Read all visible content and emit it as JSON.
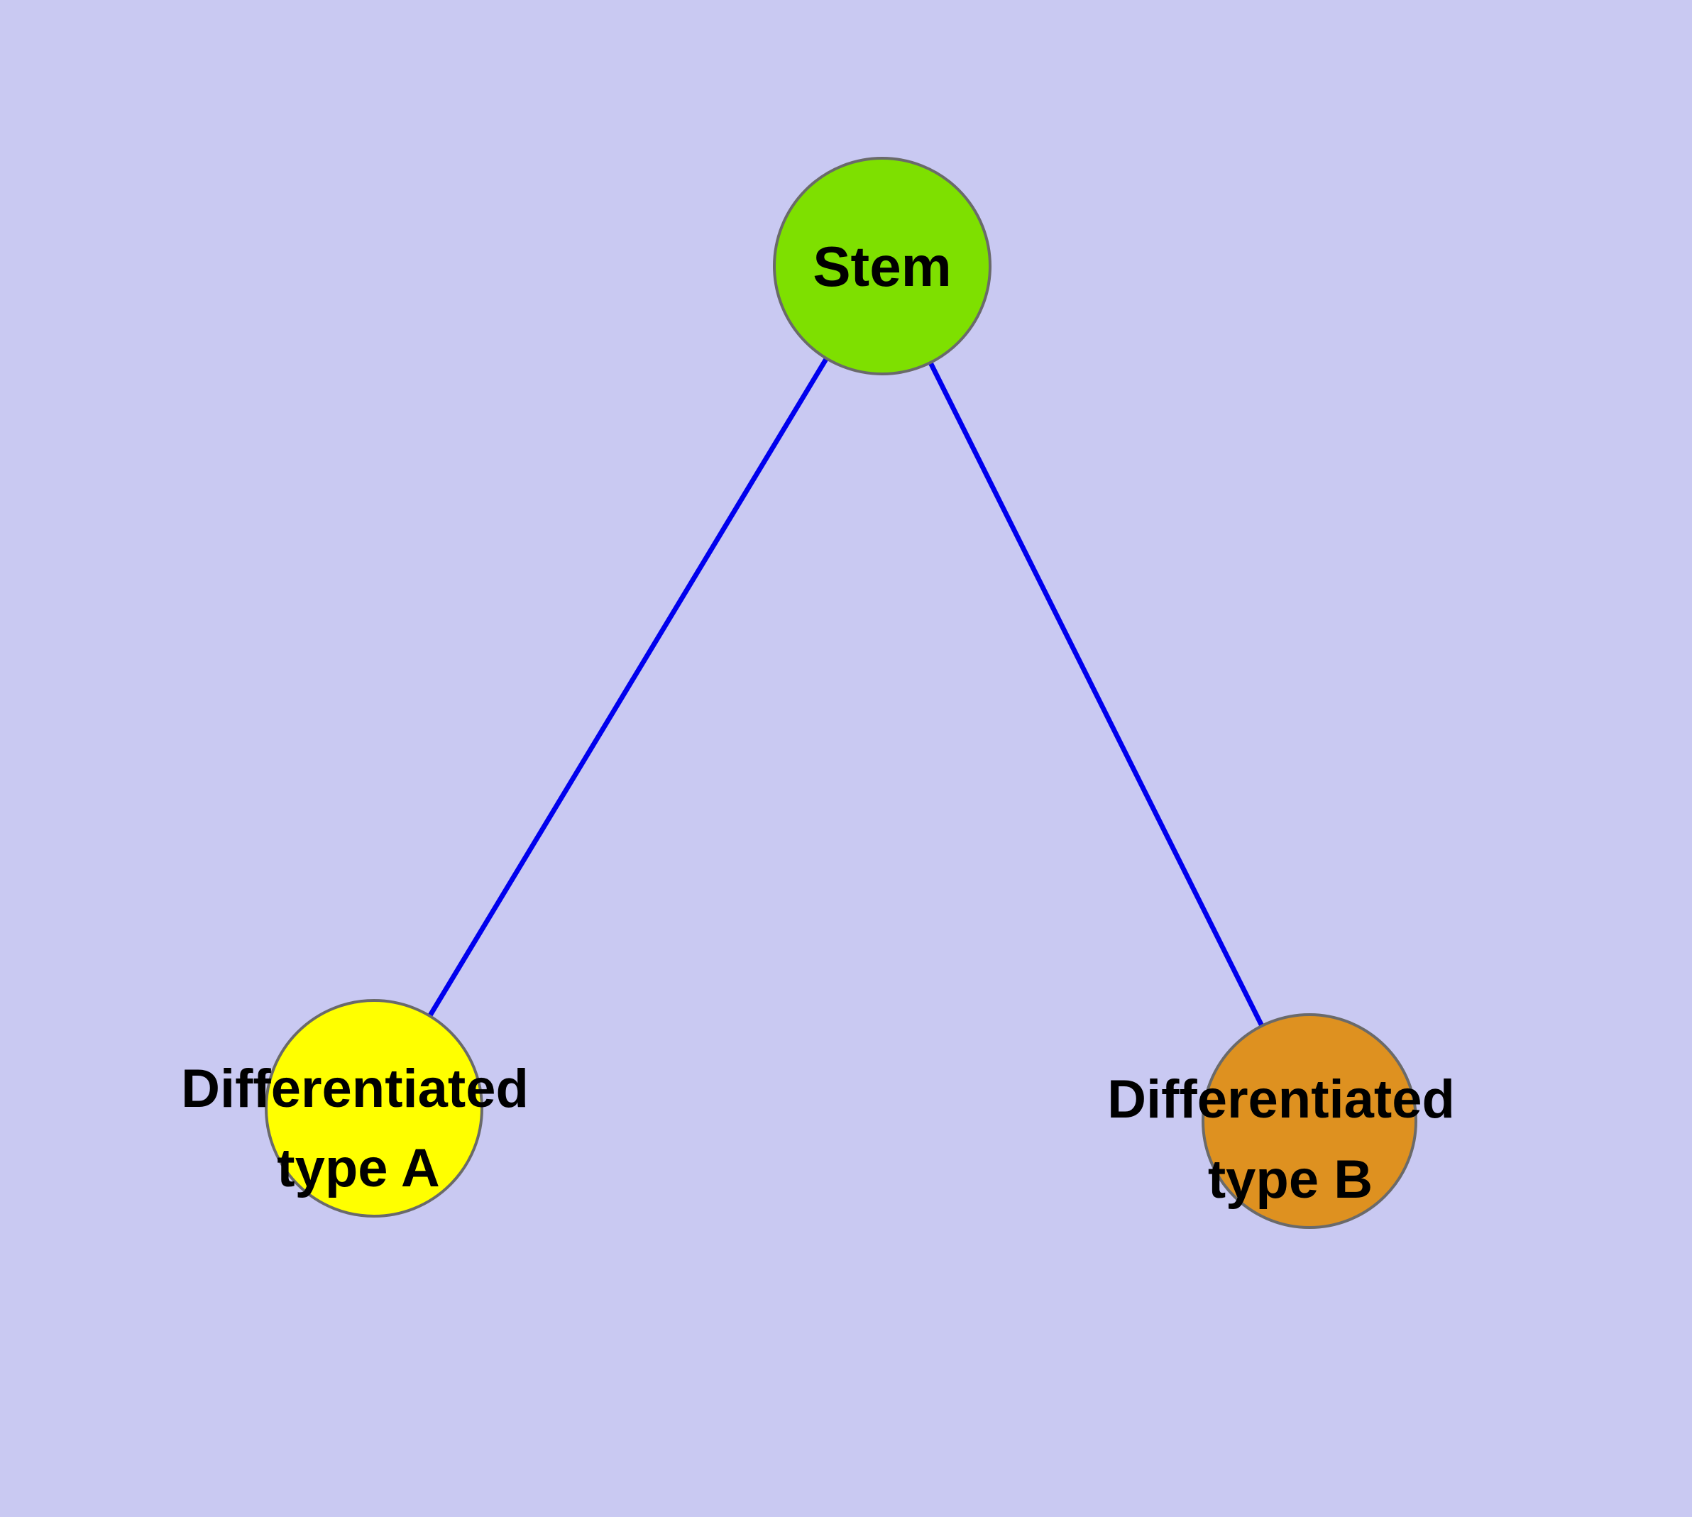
{
  "diagram": {
    "title": "Stem cell differentiation graph",
    "background_color": "#c9c9f2",
    "edge_color": "#0000ee",
    "node_stroke_color": "#6a6a6a",
    "nodes": [
      {
        "id": "stem",
        "label": "Stem",
        "color": "#7ee000"
      },
      {
        "id": "differentiated-type-a",
        "label_line1": "Differentiated",
        "label_line2": "type A",
        "color": "#ffff00"
      },
      {
        "id": "differentiated-type-b",
        "label_line1": "Differentiated",
        "label_line2": "type B",
        "color": "#de9120"
      }
    ],
    "edges": [
      {
        "from": "stem",
        "to": "differentiated-type-a"
      },
      {
        "from": "stem",
        "to": "differentiated-type-b"
      }
    ]
  }
}
